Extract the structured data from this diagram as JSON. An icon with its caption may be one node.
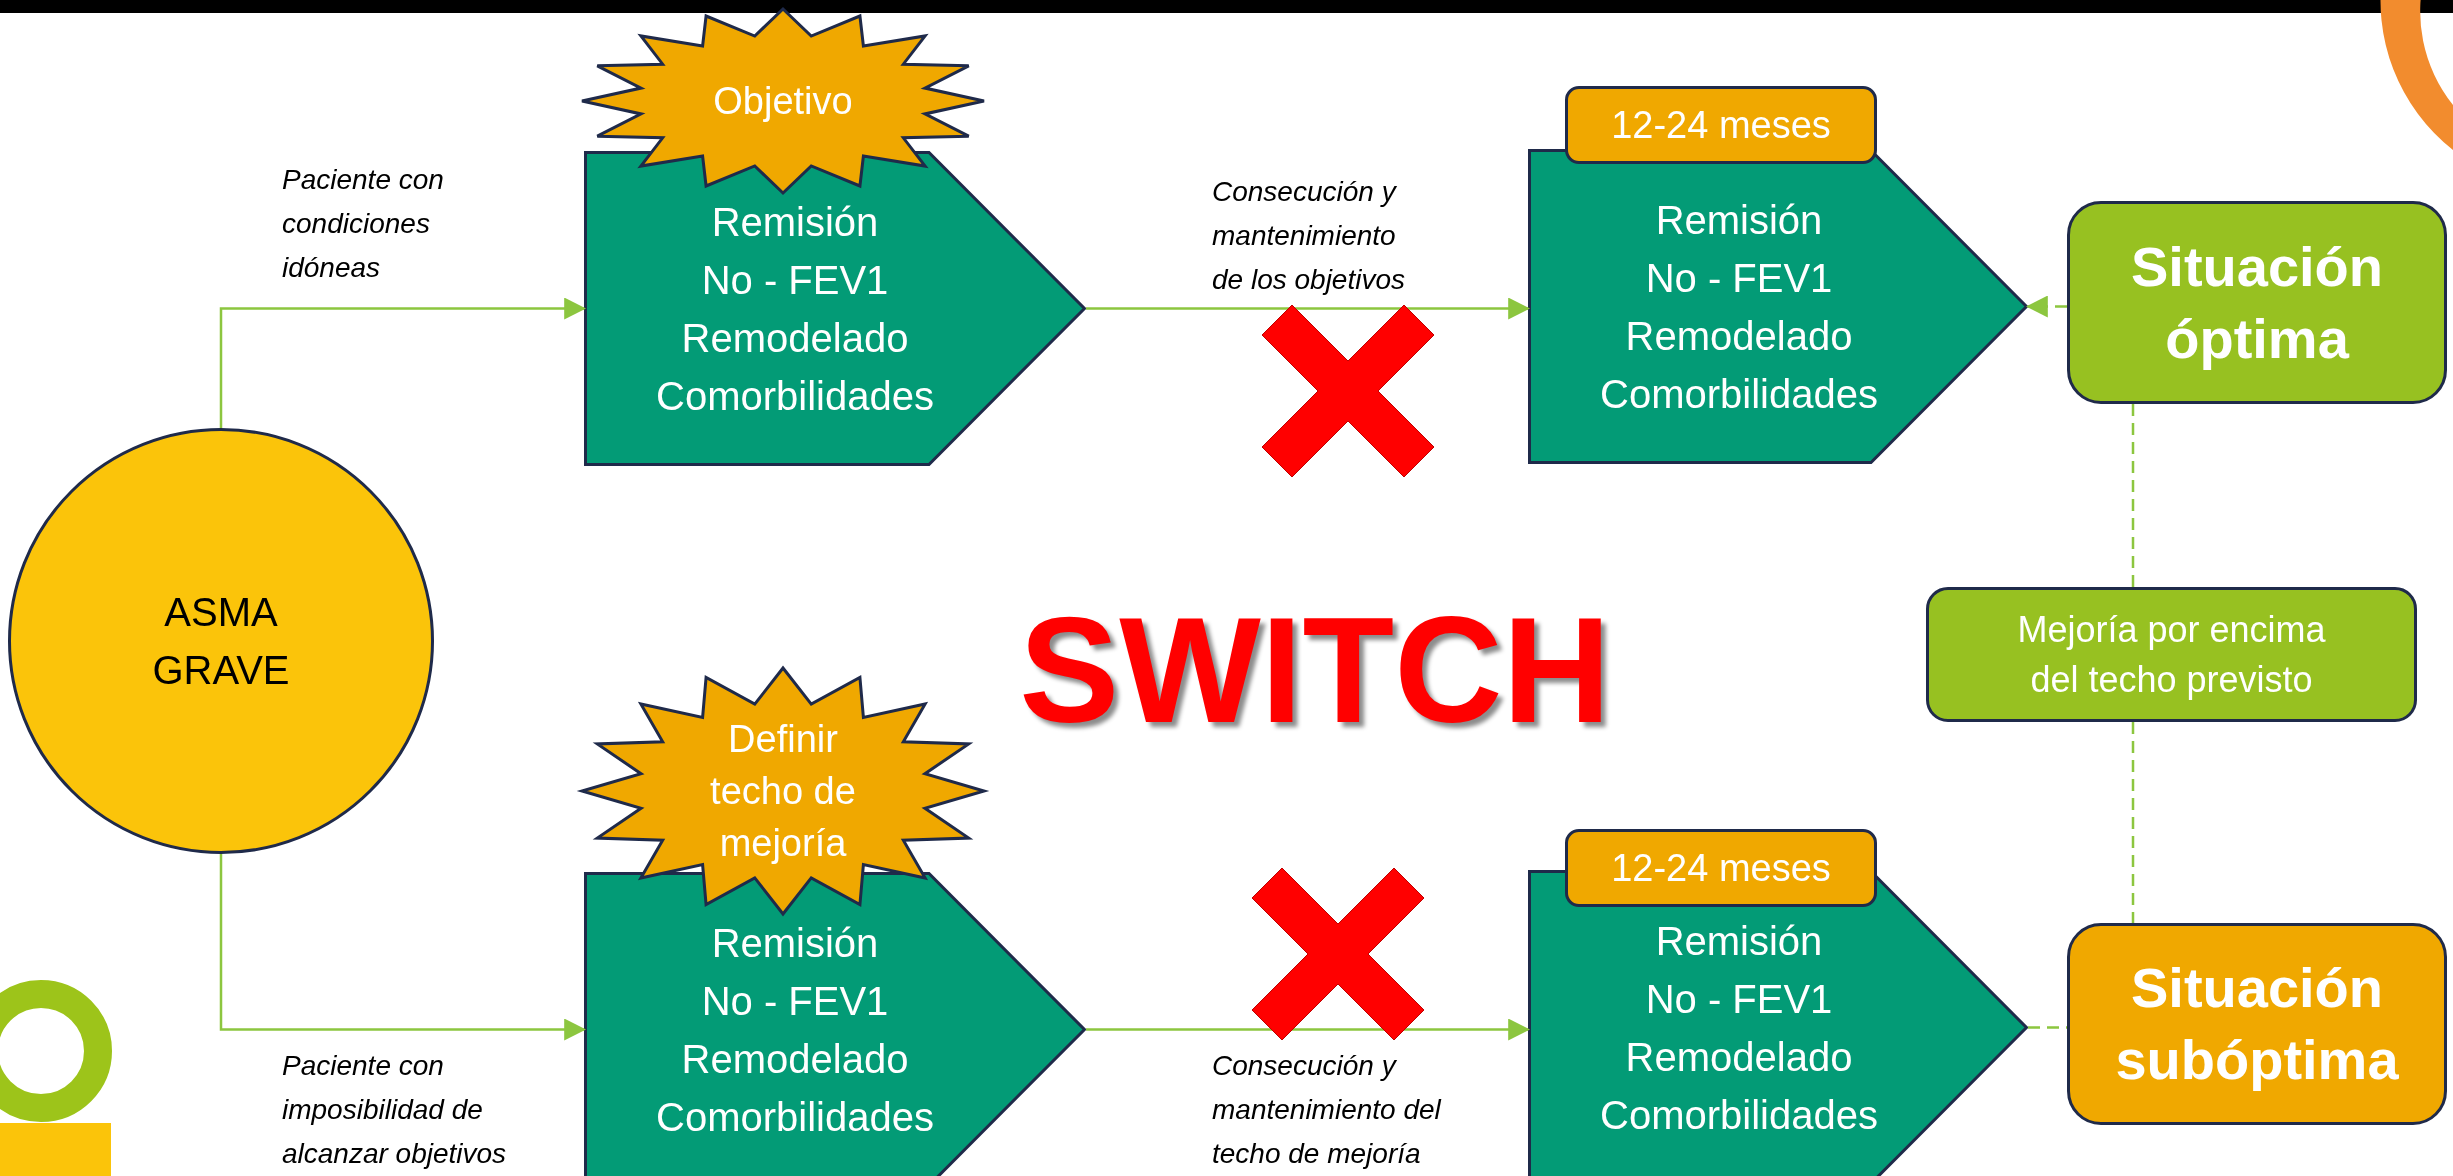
{
  "diagram": {
    "nodes": [
      {
        "text": [
          "ASMA",
          "GRAVE"
        ]
      },
      {
        "text": [
          "Objetivo"
        ]
      },
      {
        "text": [
          "Remisión",
          "No - FEV1",
          "Remodelado",
          "Comorbilidades"
        ]
      },
      {
        "text": [
          "Definir techo de mejoría"
        ]
      },
      {
        "text": [
          "Remisión",
          "No - FEV1",
          "Remodelado",
          "Comorbilidades"
        ]
      },
      {
        "text": [
          "12-24 meses"
        ]
      },
      {
        "text": [
          "Remisión",
          "No - FEV1",
          "Remodelado",
          "Comorbilidades"
        ]
      },
      {
        "text": [
          "12-24 meses"
        ]
      },
      {
        "text": [
          "Remisión",
          "No - FEV1",
          "Remodelado",
          "Comorbilidades"
        ]
      },
      {
        "text": [
          "Situación óptima"
        ]
      },
      {
        "text": [
          "Mejoría por encima del techo previsto"
        ]
      },
      {
        "text": [
          "Situación subóptima"
        ]
      }
    ],
    "edges": [
      {
        "from": 0,
        "to": 2,
        "arrow": "to",
        "label": "Paciente con condiciones idóneas"
      },
      {
        "from": 0,
        "to": 4,
        "arrow": "to",
        "label": "Paciente con imposibilidad de alcanzar objetivos"
      },
      {
        "from": 2,
        "to": 6,
        "arrow": "to",
        "label": "Consecución y mantenimiento de los objetivos"
      },
      {
        "from": 4,
        "to": 8,
        "arrow": "to",
        "label": "Consecución y mantenimiento del techo de mejoría"
      },
      {
        "from": 9,
        "to": 6,
        "arrow": "to",
        "style": "dashed"
      },
      {
        "from": 8,
        "to": 11,
        "arrow": "none",
        "style": "dashed"
      },
      {
        "from": 9,
        "to": 10,
        "arrow": "none",
        "style": "dashed"
      },
      {
        "from": 10,
        "to": 11,
        "arrow": "none",
        "style": "dashed"
      }
    ],
    "labels": [
      "SWITCH"
    ]
  }
}
